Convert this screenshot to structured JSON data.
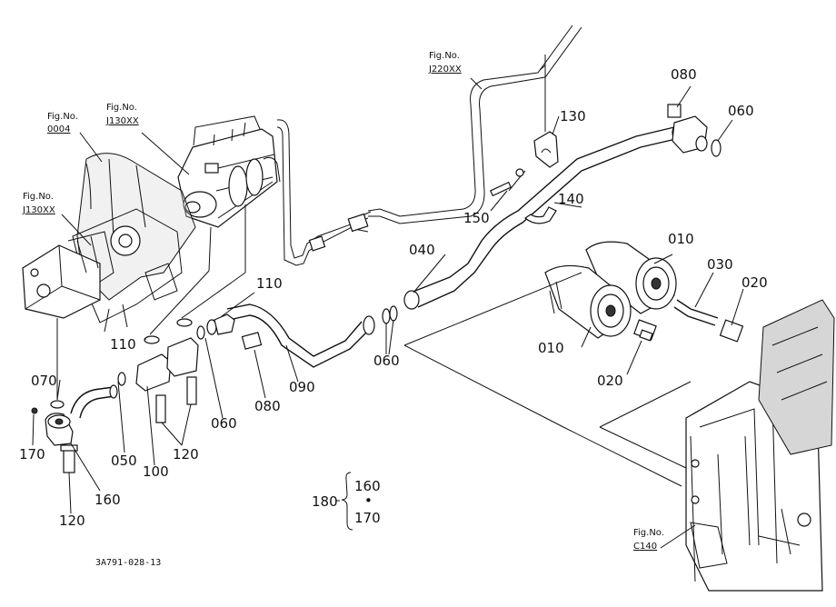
{
  "diagram_code": "3A791-028-13",
  "fig_refs": {
    "f0004": {
      "prefix": "Fig.No.",
      "num": "0004"
    },
    "fJ130a": {
      "prefix": "Fig.No.",
      "num": "J130XX"
    },
    "fJ130b": {
      "prefix": "Fig.No.",
      "num": "J130XX"
    },
    "fJ220": {
      "prefix": "Fig.No.",
      "num": "J220XX"
    },
    "fC140": {
      "prefix": "Fig.No.",
      "num": "C140"
    }
  },
  "parts": {
    "p010a": "010",
    "p010b": "010",
    "p020a": "020",
    "p020b": "020",
    "p030": "030",
    "p040": "040",
    "p050": "050",
    "p060a": "060",
    "p060b": "060",
    "p060c": "060",
    "p070": "070",
    "p080a": "080",
    "p080b": "080",
    "p090": "090",
    "p100": "100",
    "p110a": "110",
    "p110b": "110",
    "p120a": "120",
    "p120b": "120",
    "p130": "130",
    "p140": "140",
    "p150": "150",
    "p160": "160",
    "p170": "170"
  },
  "set_group": {
    "label": "180",
    "items": [
      "160",
      "170"
    ],
    "separator": "•"
  }
}
